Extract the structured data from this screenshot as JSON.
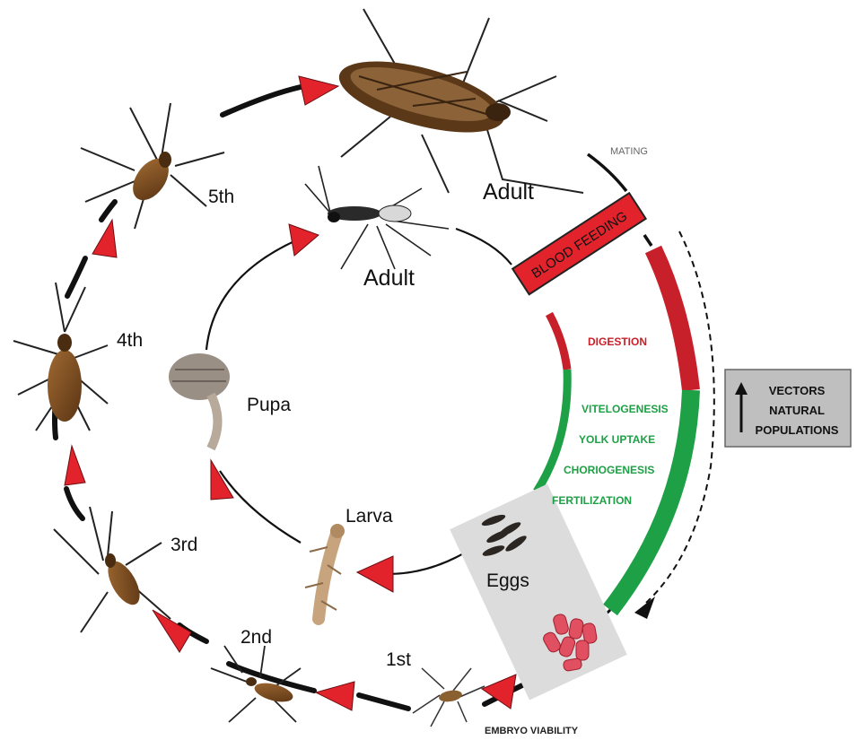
{
  "triatomine_cycle": {
    "stages": [
      "1st",
      "2nd",
      "3rd",
      "4th",
      "5th"
    ],
    "adult_label": "Adult"
  },
  "mosquito_cycle": {
    "adult_label": "Adult",
    "pupa_label": "Pupa",
    "larva_label": "Larva",
    "eggs_label": "Eggs"
  },
  "reproduction": {
    "mating_label": "MATING",
    "blood_feeding_label": "BLOOD FEEDING",
    "phases": {
      "digestion": "DIGESTION",
      "vitelogenesis": "VITELOGENESIS",
      "yolk_uptake": "YOLK UPTAKE",
      "choriogenesis": "CHORIOGENESIS",
      "fertilization": "FERTILIZATION"
    },
    "embryo_viability_label": "EMBRYO VIABILITY"
  },
  "vectors_box": {
    "line1": "VECTORS",
    "line2": "NATURAL",
    "line3": "POPULATIONS"
  },
  "colors": {
    "arrow_red": "#e3232c",
    "digestion_red": "#c8202a",
    "phase_green": "#1ea046",
    "bug_brown": "#7a4a20",
    "box_gray": "#bfbfbf",
    "eggs_panel_gray": "#dcdcdc"
  }
}
